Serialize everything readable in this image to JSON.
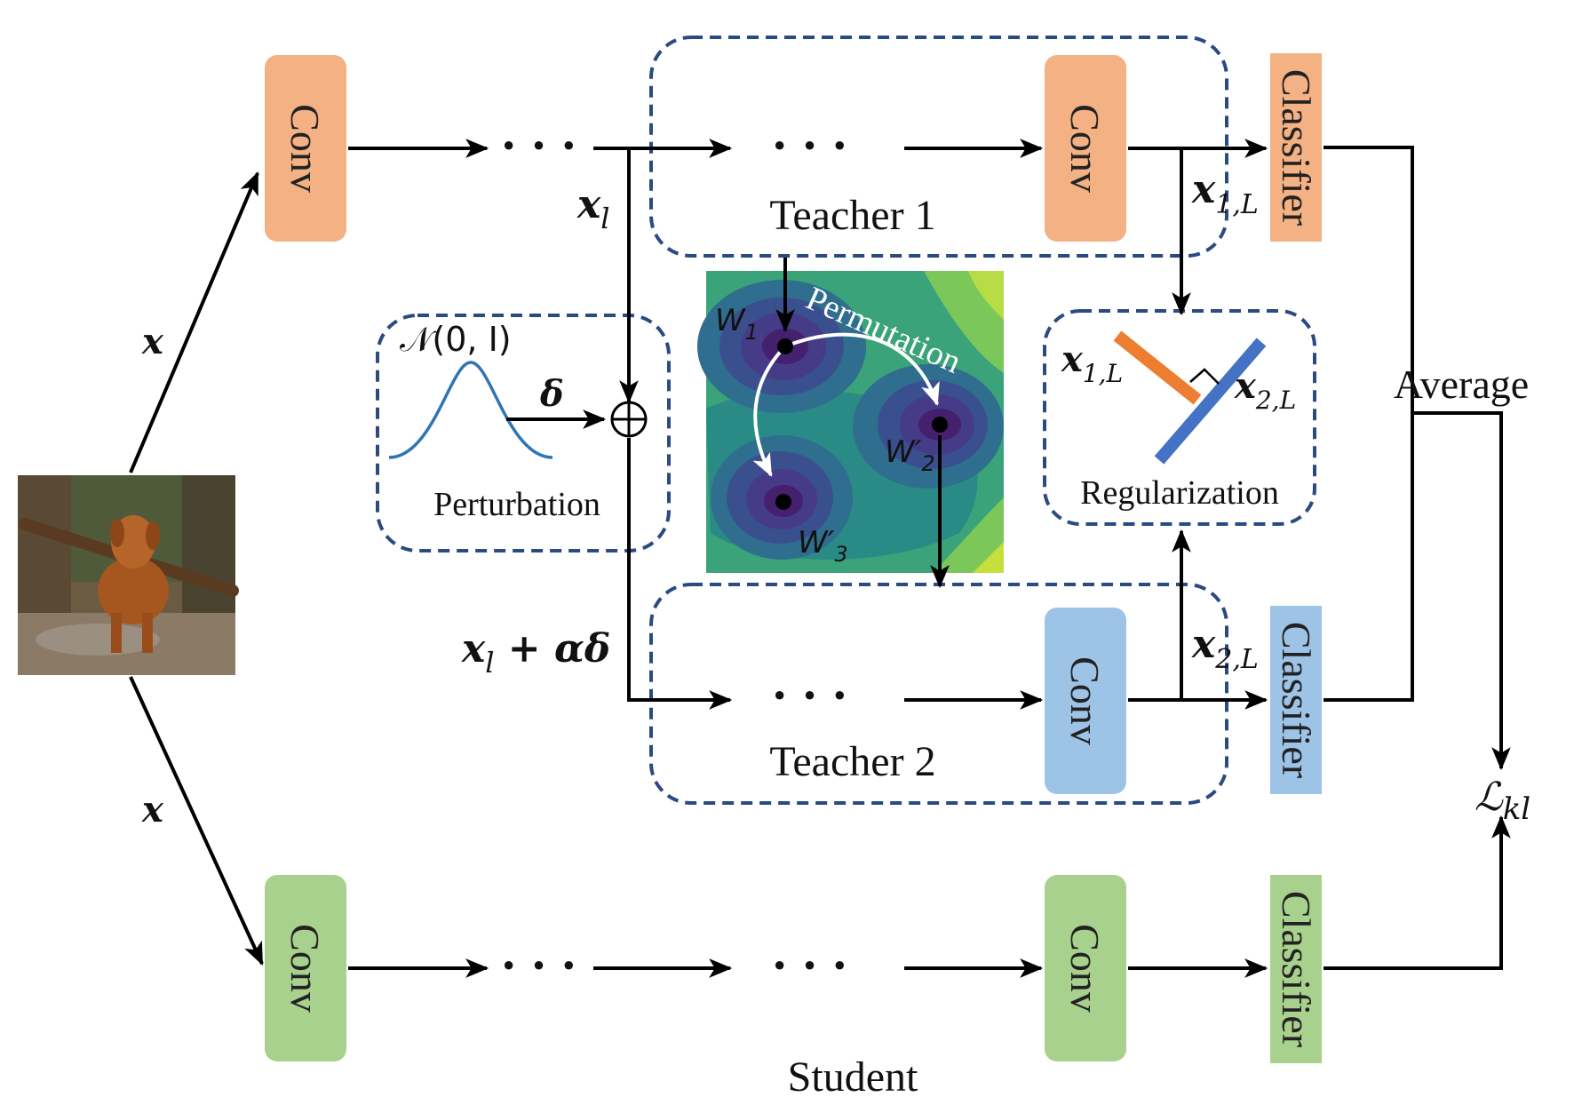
{
  "labels": {
    "conv": "Conv",
    "classifier": "Classifier",
    "ellipsis": "· · ·",
    "teacher1": "Teacher 1",
    "teacher2": "Teacher 2",
    "student": "Student",
    "perturbation": "Perturbation",
    "normal_dist": "𝒩(0, I)",
    "delta": "δ",
    "oplus": "⊕",
    "permutation": "Permutation",
    "regularization": "Regularization",
    "average": "Average",
    "input_x_top": "x",
    "input_x_bottom": "x",
    "x_l": "x",
    "x_l_sub": "l",
    "x_l_plus_base": "x",
    "x_l_plus_sub": "l",
    "x_l_plus_rest": " + αδ",
    "x1L_base": "x",
    "x1L_sub": "1,L",
    "x2L_base": "x",
    "x2L_sub": "2,L",
    "w1": "W",
    "w1_sub": "1",
    "w2": "W′",
    "w2_sub": "2",
    "w3": "W′",
    "w3_sub": "3",
    "loss_base": "ℒ",
    "loss_sub": "kl"
  },
  "colors": {
    "teacher1_conv": "#f4b183",
    "teacher2_conv": "#9dc3e6",
    "student_conv": "#a9d18e",
    "dashed_border": "#2b4a82",
    "perturbation_curve": "#2e75b6",
    "reg_orange": "#ed7d31",
    "reg_blue": "#4472c4"
  },
  "icons": {
    "input_image": "dog-photo-icon",
    "loss_landscape": "contour-landscape-icon"
  }
}
